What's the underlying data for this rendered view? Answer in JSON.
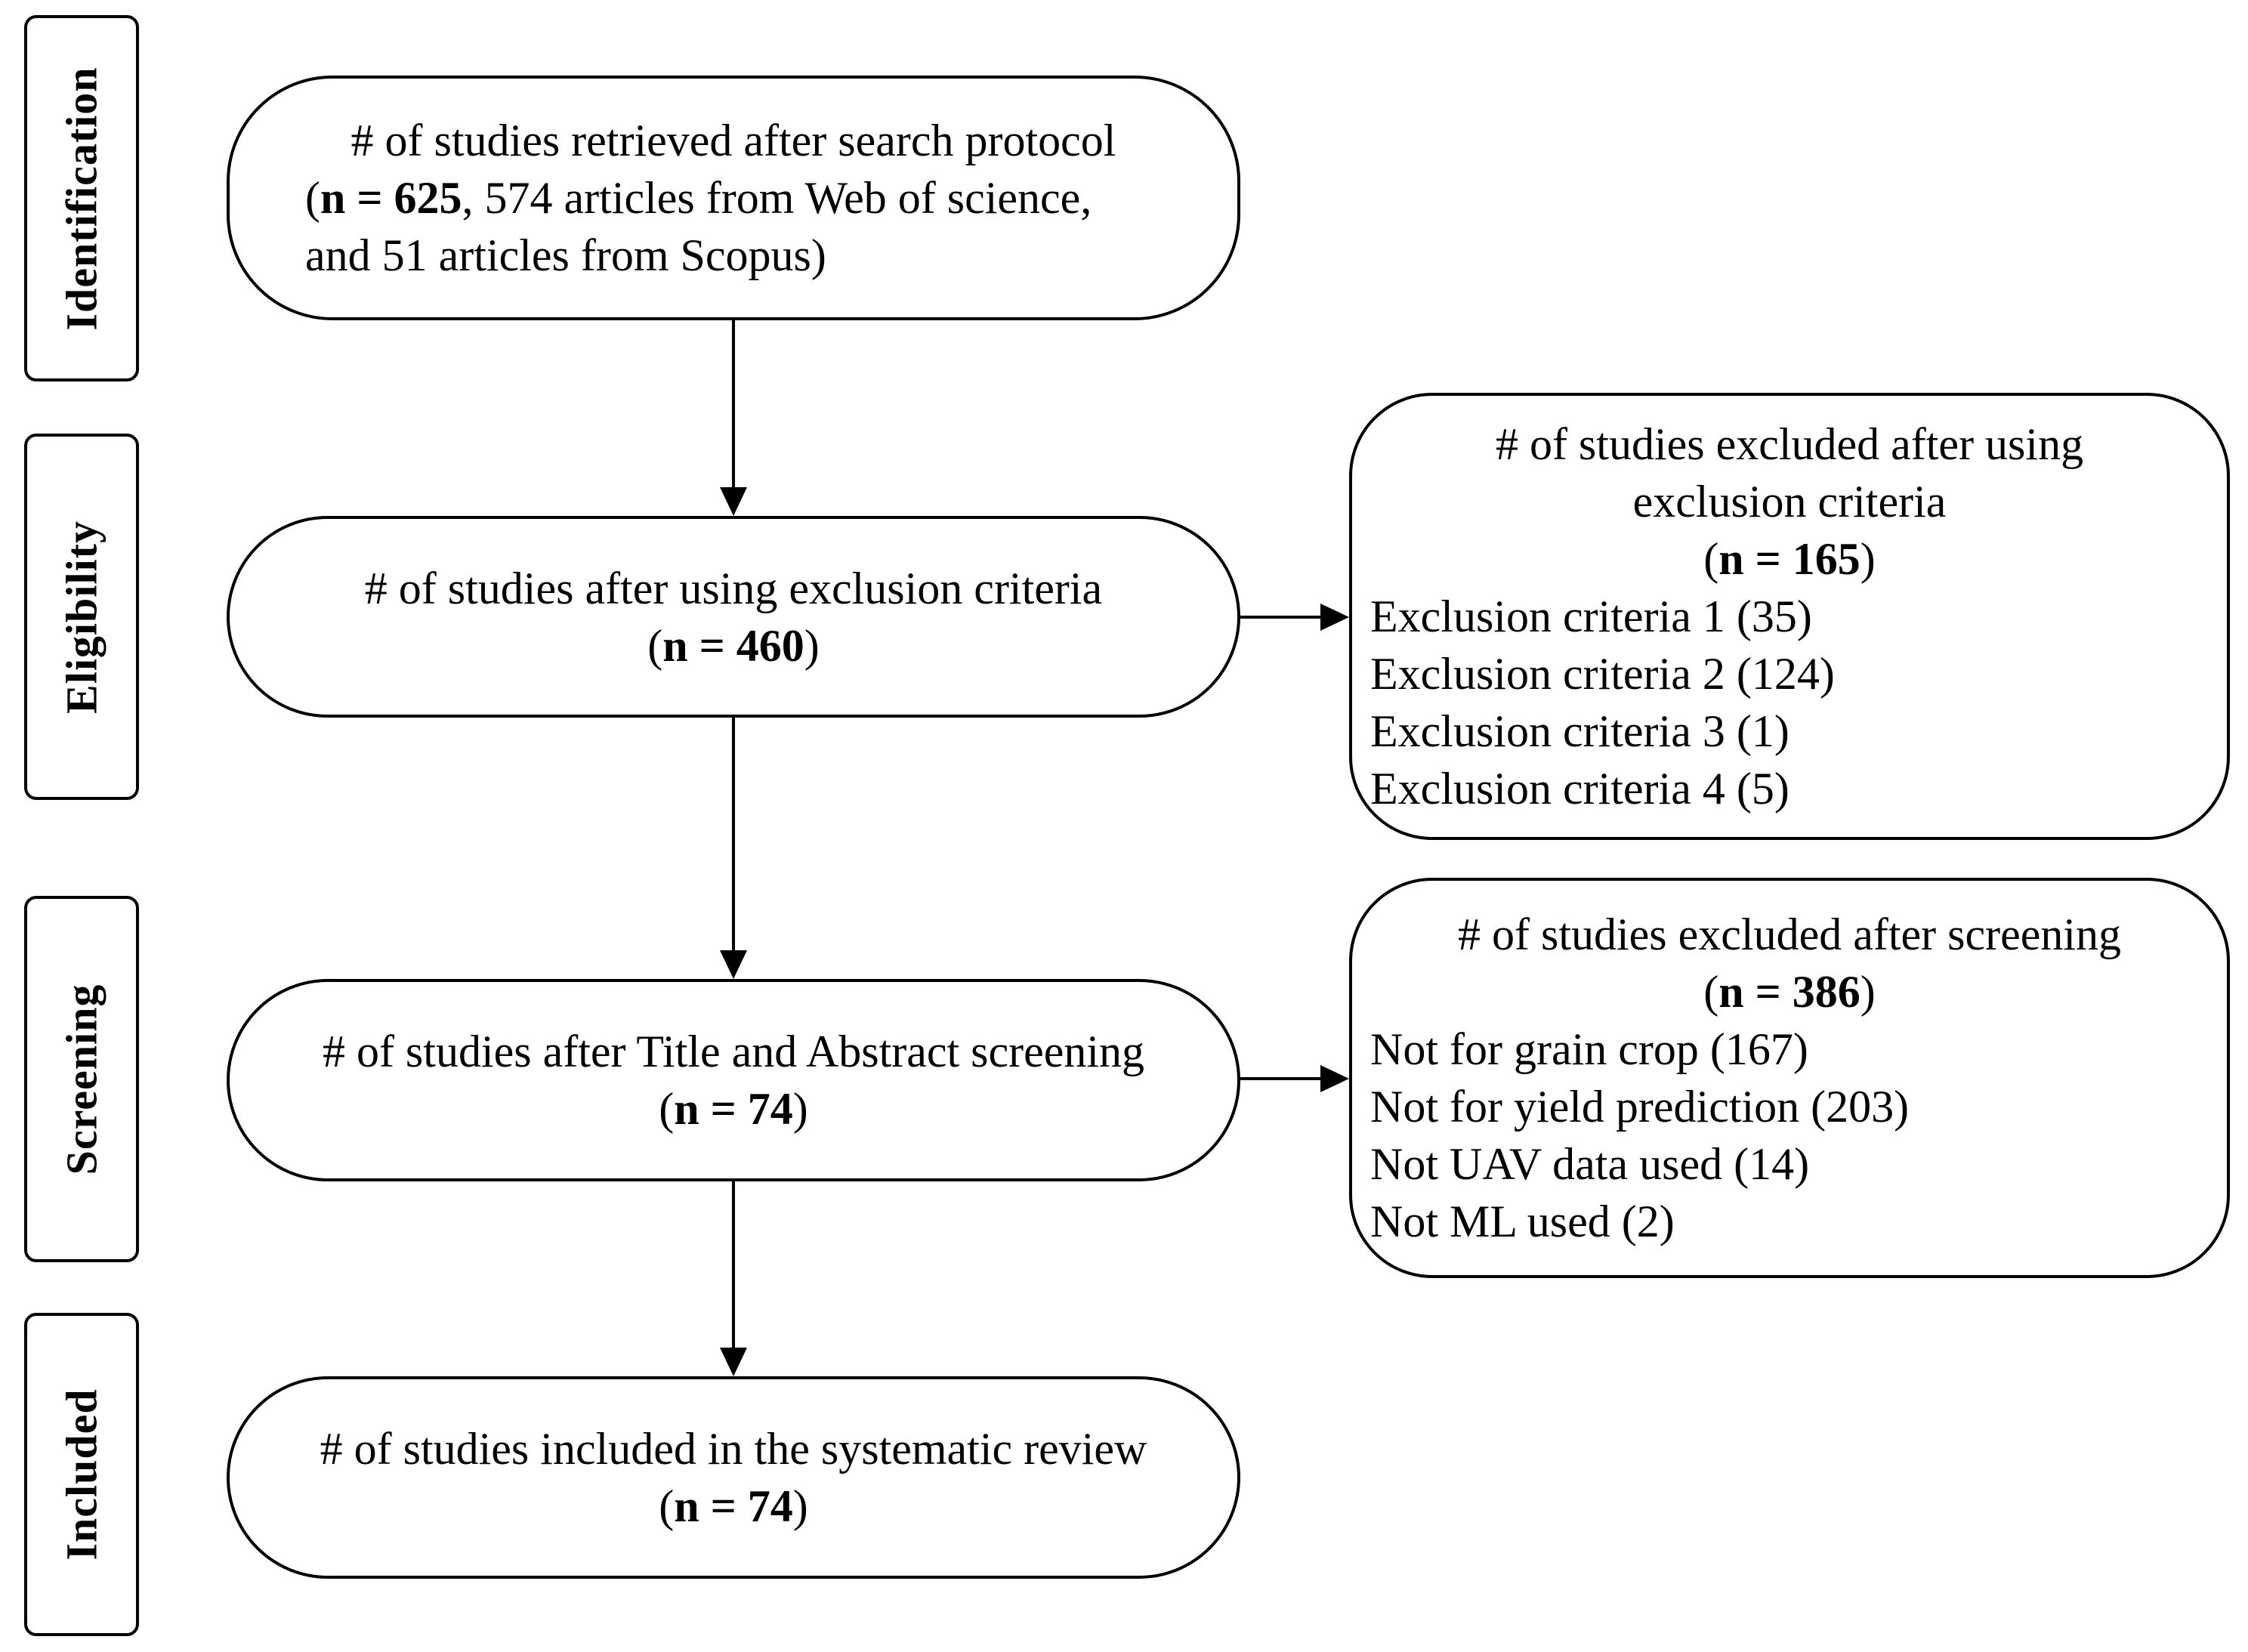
{
  "phases": [
    "Identification",
    "Eligibility",
    "Screening",
    "Included"
  ],
  "identification": {
    "line1": "# of studies retrieved after search protocol",
    "open": "(",
    "n_label": "n = 625",
    "line2_rest": ", 574 articles from Web of science,",
    "line3": "and 51 articles from Scopus)"
  },
  "eligibility": {
    "line1": "# of studies after using exclusion criteria",
    "n_label": "n = 460"
  },
  "excluded_eligibility": {
    "line1": "# of studies excluded after using",
    "line2": "exclusion criteria",
    "n_label": "n = 165",
    "items": [
      "Exclusion criteria 1 (35)",
      "Exclusion criteria 2 (124)",
      "Exclusion criteria 3 (1)",
      "Exclusion criteria 4 (5)"
    ]
  },
  "screening": {
    "line1": "# of studies after Title and Abstract screening",
    "n_label": "n = 74"
  },
  "excluded_screening": {
    "line1": "# of studies excluded after screening",
    "n_label": "n = 386",
    "items": [
      "Not for grain crop (167)",
      "Not for yield prediction (203)",
      "Not UAV data used (14)",
      "Not ML used (2)"
    ]
  },
  "included": {
    "line1": "# of studies included in the systematic review",
    "n_label": "n = 74"
  }
}
